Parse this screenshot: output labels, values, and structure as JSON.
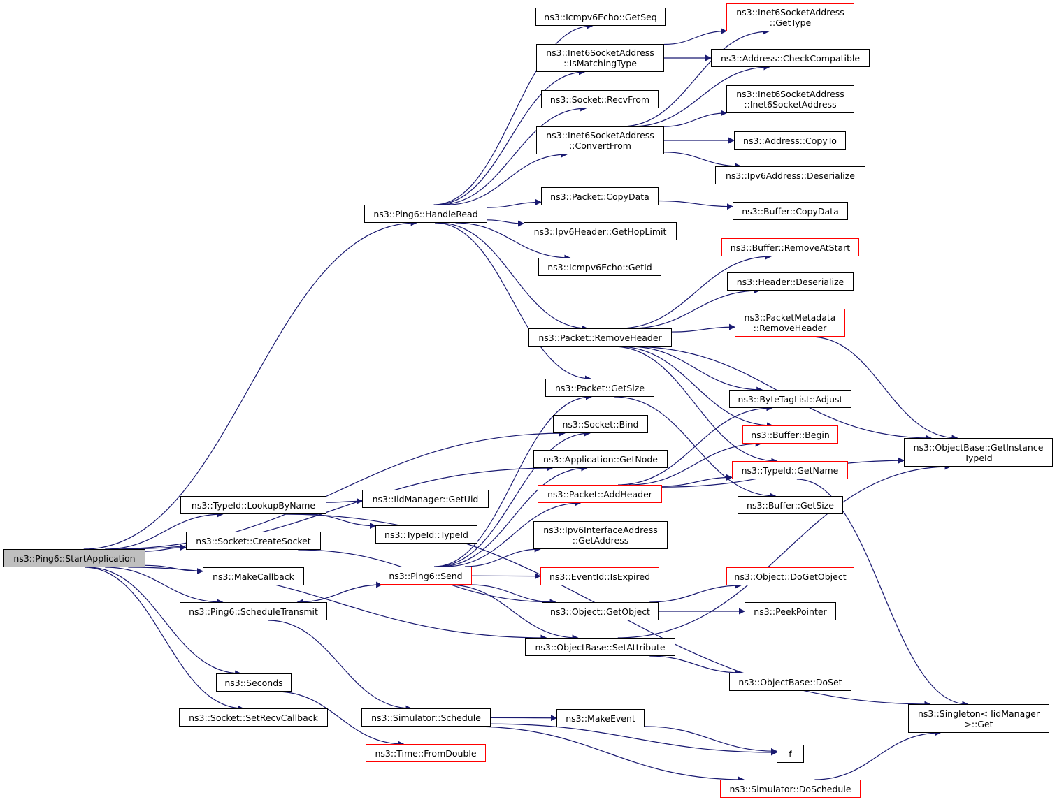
{
  "colors": {
    "edge": "#191970",
    "border": "#000000",
    "truncated_border": "#ff0000",
    "root_fill": "#bfbfbf"
  },
  "nodes": [
    {
      "id": "start",
      "label": "ns3::Ping6::StartApplication",
      "kind": "root"
    },
    {
      "id": "handleread",
      "label": "ns3::Ping6::HandleRead",
      "kind": "normal"
    },
    {
      "id": "getseq",
      "label": "ns3::Icmpv6Echo::GetSeq",
      "kind": "normal"
    },
    {
      "id": "ismatching",
      "label": "ns3::Inet6SocketAddress\n::IsMatchingType",
      "kind": "normal"
    },
    {
      "id": "recvfrom",
      "label": "ns3::Socket::RecvFrom",
      "kind": "normal"
    },
    {
      "id": "convertfrom",
      "label": "ns3::Inet6SocketAddress\n::ConvertFrom",
      "kind": "normal"
    },
    {
      "id": "copydata",
      "label": "ns3::Packet::CopyData",
      "kind": "normal"
    },
    {
      "id": "gethoplimit",
      "label": "ns3::Ipv6Header::GetHopLimit",
      "kind": "normal"
    },
    {
      "id": "getid",
      "label": "ns3::Icmpv6Echo::GetId",
      "kind": "normal"
    },
    {
      "id": "removeheader",
      "label": "ns3::Packet::RemoveHeader",
      "kind": "normal"
    },
    {
      "id": "getsize",
      "label": "ns3::Packet::GetSize",
      "kind": "normal"
    },
    {
      "id": "bind",
      "label": "ns3::Socket::Bind",
      "kind": "normal"
    },
    {
      "id": "getnode",
      "label": "ns3::Application::GetNode",
      "kind": "normal"
    },
    {
      "id": "addheader",
      "label": "ns3::Packet::AddHeader",
      "kind": "truncated"
    },
    {
      "id": "ipv6ifaddr",
      "label": "ns3::Ipv6InterfaceAddress\n::GetAddress",
      "kind": "normal"
    },
    {
      "id": "isexpired",
      "label": "ns3::EventId::IsExpired",
      "kind": "truncated"
    },
    {
      "id": "getobject",
      "label": "ns3::Object::GetObject",
      "kind": "normal"
    },
    {
      "id": "setattribute",
      "label": "ns3::ObjectBase::SetAttribute",
      "kind": "normal"
    },
    {
      "id": "lookupbyname",
      "label": "ns3::TypeId::LookupByName",
      "kind": "normal"
    },
    {
      "id": "getuid",
      "label": "ns3::IidManager::GetUid",
      "kind": "normal"
    },
    {
      "id": "typeid",
      "label": "ns3::TypeId::TypeId",
      "kind": "normal"
    },
    {
      "id": "createsocket",
      "label": "ns3::Socket::CreateSocket",
      "kind": "normal"
    },
    {
      "id": "send",
      "label": "ns3::Ping6::Send",
      "kind": "truncated"
    },
    {
      "id": "makecallback",
      "label": "ns3::MakeCallback",
      "kind": "normal"
    },
    {
      "id": "scheduletransmit",
      "label": "ns3::Ping6::ScheduleTransmit",
      "kind": "normal"
    },
    {
      "id": "seconds",
      "label": "ns3::Seconds",
      "kind": "normal"
    },
    {
      "id": "setrecvcallback",
      "label": "ns3::Socket::SetRecvCallback",
      "kind": "normal"
    },
    {
      "id": "schedule",
      "label": "ns3::Simulator::Schedule",
      "kind": "normal"
    },
    {
      "id": "fromdouble",
      "label": "ns3::Time::FromDouble",
      "kind": "truncated"
    },
    {
      "id": "makeevent",
      "label": "ns3::MakeEvent",
      "kind": "normal"
    },
    {
      "id": "f",
      "label": "f",
      "kind": "normal"
    },
    {
      "id": "doschedule",
      "label": "ns3::Simulator::DoSchedule",
      "kind": "truncated"
    },
    {
      "id": "gettype",
      "label": "ns3::Inet6SocketAddress\n::GetType",
      "kind": "truncated"
    },
    {
      "id": "checkcompat",
      "label": "ns3::Address::CheckCompatible",
      "kind": "normal"
    },
    {
      "id": "inet6ctor",
      "label": "ns3::Inet6SocketAddress\n::Inet6SocketAddress",
      "kind": "normal"
    },
    {
      "id": "addrcopyto",
      "label": "ns3::Address::CopyTo",
      "kind": "normal"
    },
    {
      "id": "ipv6deser",
      "label": "ns3::Ipv6Address::Deserialize",
      "kind": "normal"
    },
    {
      "id": "buffercopydata",
      "label": "ns3::Buffer::CopyData",
      "kind": "normal"
    },
    {
      "id": "removeatstart",
      "label": "ns3::Buffer::RemoveAtStart",
      "kind": "truncated"
    },
    {
      "id": "headerdeser",
      "label": "ns3::Header::Deserialize",
      "kind": "normal"
    },
    {
      "id": "pmremoveheader",
      "label": "ns3::PacketMetadata\n::RemoveHeader",
      "kind": "truncated"
    },
    {
      "id": "bytetagadjust",
      "label": "ns3::ByteTagList::Adjust",
      "kind": "normal"
    },
    {
      "id": "bufferbegin",
      "label": "ns3::Buffer::Begin",
      "kind": "truncated"
    },
    {
      "id": "typeidgetname",
      "label": "ns3::TypeId::GetName",
      "kind": "truncated"
    },
    {
      "id": "buffergetsize",
      "label": "ns3::Buffer::GetSize",
      "kind": "normal"
    },
    {
      "id": "dogetobject",
      "label": "ns3::Object::DoGetObject",
      "kind": "truncated"
    },
    {
      "id": "peekpointer",
      "label": "ns3::PeekPointer",
      "kind": "normal"
    },
    {
      "id": "doset",
      "label": "ns3::ObjectBase::DoSet",
      "kind": "normal"
    },
    {
      "id": "getinstancetypeid",
      "label": "ns3::ObjectBase::GetInstance\nTypeId",
      "kind": "normal"
    },
    {
      "id": "singletonget",
      "label": "ns3::Singleton< IidManager\n>::Get",
      "kind": "normal"
    }
  ],
  "edges": [
    [
      "start",
      "handleread"
    ],
    [
      "start",
      "bind"
    ],
    [
      "start",
      "getnode"
    ],
    [
      "start",
      "lookupbyname"
    ],
    [
      "start",
      "createsocket"
    ],
    [
      "start",
      "makecallback"
    ],
    [
      "start",
      "scheduletransmit"
    ],
    [
      "start",
      "setattribute"
    ],
    [
      "start",
      "seconds"
    ],
    [
      "start",
      "setrecvcallback"
    ],
    [
      "handleread",
      "getseq"
    ],
    [
      "handleread",
      "ismatching"
    ],
    [
      "handleread",
      "recvfrom"
    ],
    [
      "handleread",
      "convertfrom"
    ],
    [
      "handleread",
      "copydata"
    ],
    [
      "handleread",
      "gethoplimit"
    ],
    [
      "handleread",
      "getid"
    ],
    [
      "handleread",
      "removeheader"
    ],
    [
      "handleread",
      "getsize"
    ],
    [
      "ismatching",
      "gettype"
    ],
    [
      "ismatching",
      "checkcompat"
    ],
    [
      "convertfrom",
      "gettype"
    ],
    [
      "convertfrom",
      "checkcompat"
    ],
    [
      "convertfrom",
      "inet6ctor"
    ],
    [
      "convertfrom",
      "addrcopyto"
    ],
    [
      "convertfrom",
      "ipv6deser"
    ],
    [
      "copydata",
      "buffercopydata"
    ],
    [
      "removeheader",
      "removeatstart"
    ],
    [
      "removeheader",
      "headerdeser"
    ],
    [
      "removeheader",
      "pmremoveheader"
    ],
    [
      "removeheader",
      "bytetagadjust"
    ],
    [
      "removeheader",
      "bufferbegin"
    ],
    [
      "removeheader",
      "typeidgetname"
    ],
    [
      "removeheader",
      "getinstancetypeid"
    ],
    [
      "getsize",
      "buffergetsize"
    ],
    [
      "pmremoveheader",
      "getinstancetypeid"
    ],
    [
      "typeidgetname",
      "singletonget"
    ],
    [
      "addheader",
      "bytetagadjust"
    ],
    [
      "addheader",
      "bufferbegin"
    ],
    [
      "addheader",
      "typeidgetname"
    ],
    [
      "addheader",
      "getinstancetypeid"
    ],
    [
      "lookupbyname",
      "getuid"
    ],
    [
      "lookupbyname",
      "typeid"
    ],
    [
      "lookupbyname",
      "singletonget"
    ],
    [
      "createsocket",
      "getobject"
    ],
    [
      "scheduletransmit",
      "send"
    ],
    [
      "scheduletransmit",
      "schedule"
    ],
    [
      "send",
      "scheduletransmit"
    ],
    [
      "send",
      "getsize"
    ],
    [
      "send",
      "bind"
    ],
    [
      "send",
      "getnode"
    ],
    [
      "send",
      "addheader"
    ],
    [
      "send",
      "ipv6ifaddr"
    ],
    [
      "send",
      "isexpired"
    ],
    [
      "send",
      "getobject"
    ],
    [
      "send",
      "setattribute"
    ],
    [
      "getobject",
      "dogetobject"
    ],
    [
      "getobject",
      "peekpointer"
    ],
    [
      "setattribute",
      "getinstancetypeid"
    ],
    [
      "setattribute",
      "doset"
    ],
    [
      "seconds",
      "fromdouble"
    ],
    [
      "schedule",
      "makeevent"
    ],
    [
      "schedule",
      "f"
    ],
    [
      "schedule",
      "doschedule"
    ],
    [
      "makeevent",
      "f"
    ],
    [
      "doschedule",
      "singletonget"
    ]
  ]
}
